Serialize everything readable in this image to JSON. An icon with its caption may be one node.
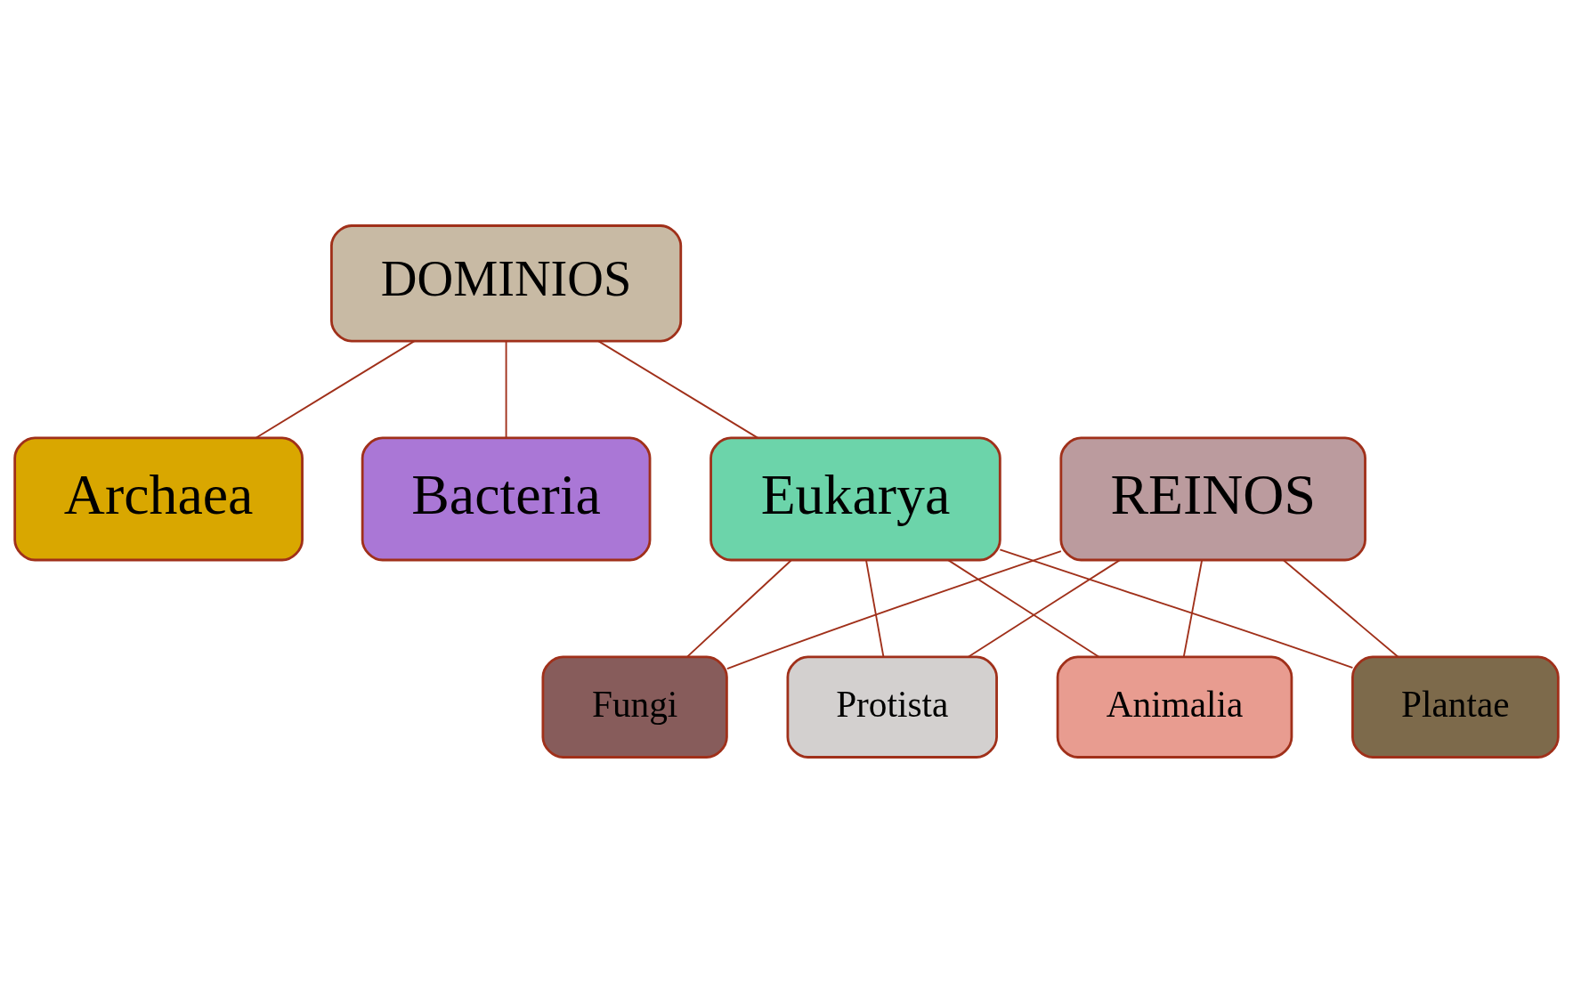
{
  "diagram": {
    "nodes": [
      {
        "text": [
          "DOMINIOS"
        ]
      },
      {
        "text": [
          "Archaea"
        ]
      },
      {
        "text": [
          "Bacteria"
        ]
      },
      {
        "text": [
          "Eukarya"
        ]
      },
      {
        "text": [
          "REINOS"
        ]
      },
      {
        "text": [
          "Animalia"
        ]
      },
      {
        "text": [
          "Plantae"
        ]
      },
      {
        "text": [
          "Fungi"
        ]
      },
      {
        "text": [
          "Protista"
        ]
      }
    ],
    "edges": [
      {
        "from": 0,
        "to": 1,
        "arrow": "none"
      },
      {
        "from": 0,
        "to": 2,
        "arrow": "none"
      },
      {
        "from": 0,
        "to": 3,
        "arrow": "none"
      },
      {
        "from": 4,
        "to": 5,
        "arrow": "none"
      },
      {
        "from": 4,
        "to": 6,
        "arrow": "none"
      },
      {
        "from": 4,
        "to": 7,
        "arrow": "none"
      },
      {
        "from": 4,
        "to": 8,
        "arrow": "none"
      },
      {
        "from": 3,
        "to": 5,
        "arrow": "none"
      },
      {
        "from": 3,
        "to": 6,
        "arrow": "none"
      },
      {
        "from": 3,
        "to": 7,
        "arrow": "none"
      },
      {
        "from": 3,
        "to": 8,
        "arrow": "none"
      }
    ]
  }
}
